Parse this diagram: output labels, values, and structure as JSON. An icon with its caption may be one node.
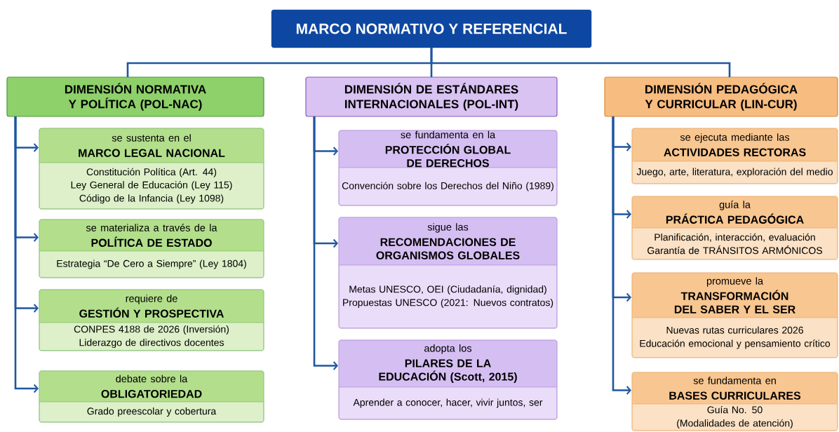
{
  "diagram": {
    "nodes": [
      {
        "text": [
          "MARCO NORMATIVO Y REFERENCIAL"
        ]
      },
      {
        "text": [
          "DIMENSIÓN NORMATIVA Y POLÍTICA (POL-NAC)"
        ]
      },
      {
        "text": [
          "se sustenta en el",
          "MARCO LEGAL NACIONAL",
          "Constitución Política (Art. 44)",
          "Ley General de Educación (Ley 115)",
          "Código de la Infancia (Ley 1098)"
        ]
      },
      {
        "text": [
          "se materializa a través de la",
          "POLÍTICA DE ESTADO",
          "Estrategia “De Cero a Siempre” (Ley 1804)"
        ]
      },
      {
        "text": [
          "requiere de",
          "GESTIÓN Y PROSPECTIVA",
          "CONPES 4188 de 2026 (Inversión)",
          "Liderazgo de directivos docentes"
        ]
      },
      {
        "text": [
          "debate sobre la",
          "OBLIGATORIEDAD",
          "Grado preescolar y cobertura"
        ]
      },
      {
        "text": [
          "DIMENSIÓN DE ESTÁNDARES INTERNACIONALES (POL-INT)"
        ]
      },
      {
        "text": [
          "se fundamenta en la",
          "PROTECCIÓN GLOBAL DE DERECHOS",
          "Convención sobre los Derechos del Niño (1989)"
        ]
      },
      {
        "text": [
          "sigue las",
          "RECOMENDACIONES DE ORGANISMOS GLOBALES",
          "Metas UNESCO, OEI (Ciudadanía, dignidad)",
          "Propuestas UNESCO (2021: Nuevos contratos)"
        ]
      },
      {
        "text": [
          "adopta los",
          "PILARES DE LA EDUCACIÓN (Scott, 2015)",
          "Aprender a conocer, hacer, vivir juntos, ser"
        ]
      },
      {
        "text": [
          "DIMENSIÓN PEDAGÓGICA Y CURRICULAR (LIN-CUR)"
        ]
      },
      {
        "text": [
          "se ejecuta mediante las",
          "ACTIVIDADES RECTORAS",
          "Juego, arte, literatura, exploración del medio"
        ]
      },
      {
        "text": [
          "guía la",
          "PRÁCTICA PEDAGÓGICA",
          "Planificación, interacción, evaluación",
          "Garantía de TRÁNSITOS ARMÓNICOS"
        ]
      },
      {
        "text": [
          "promueve la",
          "TRANSFORMACIÓN DEL SABER Y EL SER",
          "Nuevas rutas curriculares 2026",
          "Educación emocional y pensamiento crítico"
        ]
      },
      {
        "text": [
          "se fundamenta en",
          "BASES CURRICULARES",
          "Guía No. 50",
          "(Modalidades de atención)"
        ]
      }
    ],
    "edges": [
      {
        "from": 0,
        "to": 1,
        "arrow": "none"
      },
      {
        "from": 0,
        "to": 6,
        "arrow": "none"
      },
      {
        "from": 0,
        "to": 10,
        "arrow": "none"
      },
      {
        "from": 1,
        "to": 2,
        "arrow": "to"
      },
      {
        "from": 1,
        "to": 3,
        "arrow": "to"
      },
      {
        "from": 1,
        "to": 4,
        "arrow": "to"
      },
      {
        "from": 1,
        "to": 5,
        "arrow": "to"
      },
      {
        "from": 6,
        "to": 7,
        "arrow": "to"
      },
      {
        "from": 6,
        "to": 8,
        "arrow": "to"
      },
      {
        "from": 6,
        "to": 9,
        "arrow": "to"
      },
      {
        "from": 10,
        "to": 11,
        "arrow": "to"
      },
      {
        "from": 10,
        "to": 12,
        "arrow": "to"
      },
      {
        "from": 10,
        "to": 13,
        "arrow": "to"
      },
      {
        "from": 10,
        "to": 14,
        "arrow": "to"
      }
    ]
  }
}
